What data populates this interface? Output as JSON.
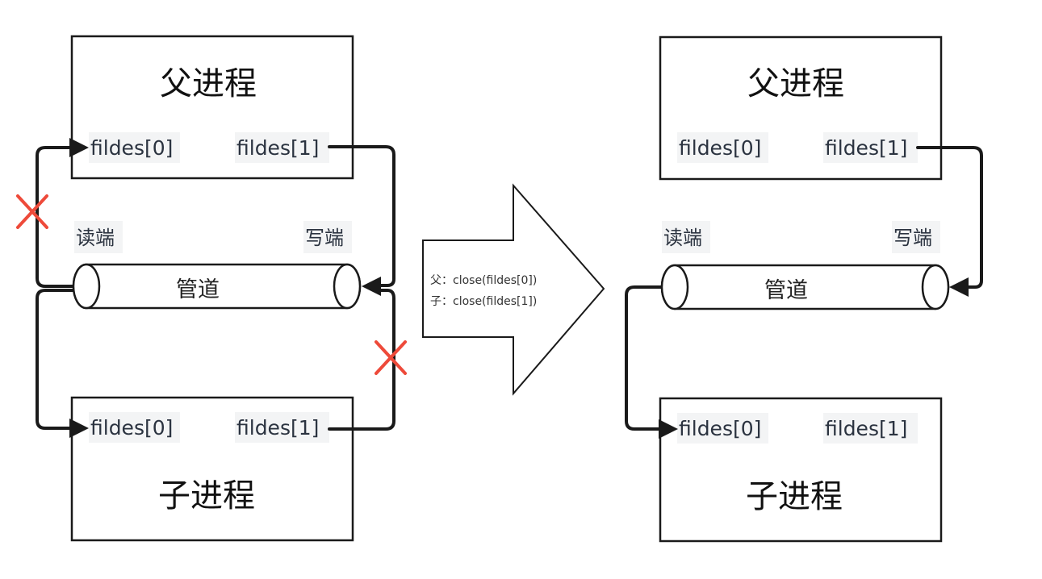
{
  "left": {
    "parent": {
      "title": "父进程",
      "fd0": "fildes[0]",
      "fd1": "fildes[1]"
    },
    "child": {
      "title": "子进程",
      "fd0": "fildes[0]",
      "fd1": "fildes[1]"
    },
    "pipe": {
      "label": "管道",
      "read_end": "读端",
      "write_end": "写端"
    }
  },
  "arrow": {
    "notes": [
      "父：close(fildes[0])",
      "子：close(fildes[1])"
    ]
  },
  "right": {
    "parent": {
      "title": "父进程",
      "fd0": "fildes[0]",
      "fd1": "fildes[1]"
    },
    "child": {
      "title": "子进程",
      "fd0": "fildes[0]",
      "fd1": "fildes[1]"
    },
    "pipe": {
      "label": "管道",
      "read_end": "读端",
      "write_end": "写端"
    }
  },
  "colors": {
    "line": "#1a1a1a",
    "cross": "#ee4a3a",
    "chip": "#f3f4f5",
    "text": "#2b3340"
  }
}
